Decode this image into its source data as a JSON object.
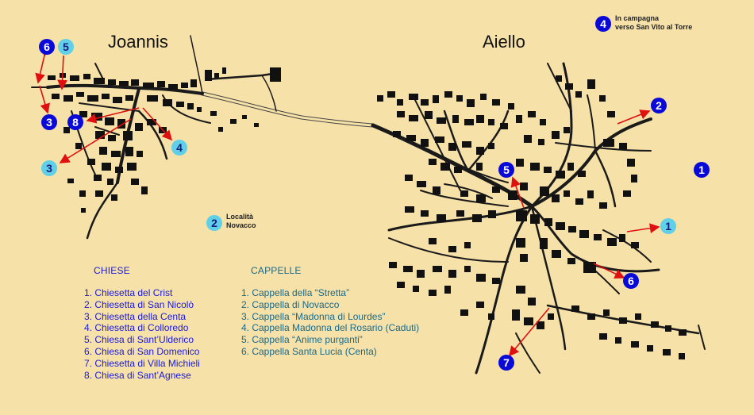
{
  "towns": {
    "joannis": "Joannis",
    "aiello": "Aiello"
  },
  "colors": {
    "background": "#f6e1a8",
    "church_marker": "#0a0ad8",
    "chapel_marker": "#5fd0e8",
    "arrow": "#e01010",
    "chiese_text": "#1a1ae0",
    "cappelle_text": "#1a6a8a"
  },
  "markers": [
    {
      "id": "church-6",
      "label": "6",
      "kind": "church"
    },
    {
      "id": "chapel-5-a",
      "label": "5",
      "kind": "chapel"
    },
    {
      "id": "chapel-6",
      "label": "6",
      "kind": "chapel"
    },
    {
      "id": "church-3",
      "label": "3",
      "kind": "church"
    },
    {
      "id": "church-8",
      "label": "8",
      "kind": "church"
    },
    {
      "id": "chapel-4",
      "label": "4",
      "kind": "chapel"
    },
    {
      "id": "chapel-3",
      "label": "3",
      "kind": "chapel"
    },
    {
      "id": "chapel-2",
      "label": "2",
      "kind": "chapel"
    },
    {
      "id": "church-4",
      "label": "4",
      "kind": "church"
    },
    {
      "id": "church-2",
      "label": "2",
      "kind": "church"
    },
    {
      "id": "church-1",
      "label": "1",
      "kind": "church"
    },
    {
      "id": "church-5",
      "label": "5",
      "kind": "church"
    },
    {
      "id": "chapel-1",
      "label": "1",
      "kind": "chapel"
    },
    {
      "id": "church-6b",
      "label": "6",
      "kind": "church"
    },
    {
      "id": "church-7",
      "label": "7",
      "kind": "church"
    }
  ],
  "notes": {
    "campagna_line1": "In campagna",
    "campagna_line2": "verso San Vito al Torre",
    "novacco_line1": "Località",
    "novacco_line2": "Novacco"
  },
  "legend": {
    "chiese_title": "CHIESE",
    "chiese": [
      "1. Chiesetta del Crist",
      "2. Chiesetta di San Nicolò",
      "3. Chiesetta della Centa",
      "4. Chiesetta di Colloredo",
      "5. Chiesa di Sant’Ulderico",
      "6. Chiesa di San Domenico",
      "7. Chiesetta di Villa Michieli",
      "8. Chiesa di Sant’Agnese"
    ],
    "cappelle_title": "CAPPELLE",
    "cappelle": [
      "1. Cappella della “Stretta”",
      "2. Cappella di Novacco",
      "3. Cappella “Madonna di Lourdes”",
      "4. Cappella Madonna del Rosario (Caduti)",
      "5. Cappella “Anime purganti”",
      "6. Cappella Santa Lucia (Centa)"
    ]
  }
}
